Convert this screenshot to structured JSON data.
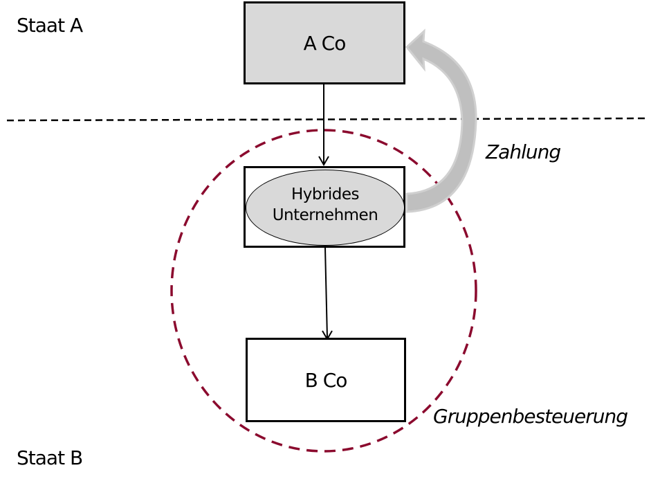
{
  "regions": {
    "state_a": "Staat A",
    "state_b": "Staat B"
  },
  "entities": {
    "a_co": "A Co",
    "hybrid_line1": "Hybrides",
    "hybrid_line2": "Unternehmen",
    "b_co": "B Co"
  },
  "annotations": {
    "payment": "Zahlung",
    "group_taxation": "Gruppenbesteuerung"
  },
  "colors": {
    "group_circle": "#8B0A2E",
    "box_fill": "#D9D9D9",
    "arrow_fill": "#BFBFBF"
  }
}
